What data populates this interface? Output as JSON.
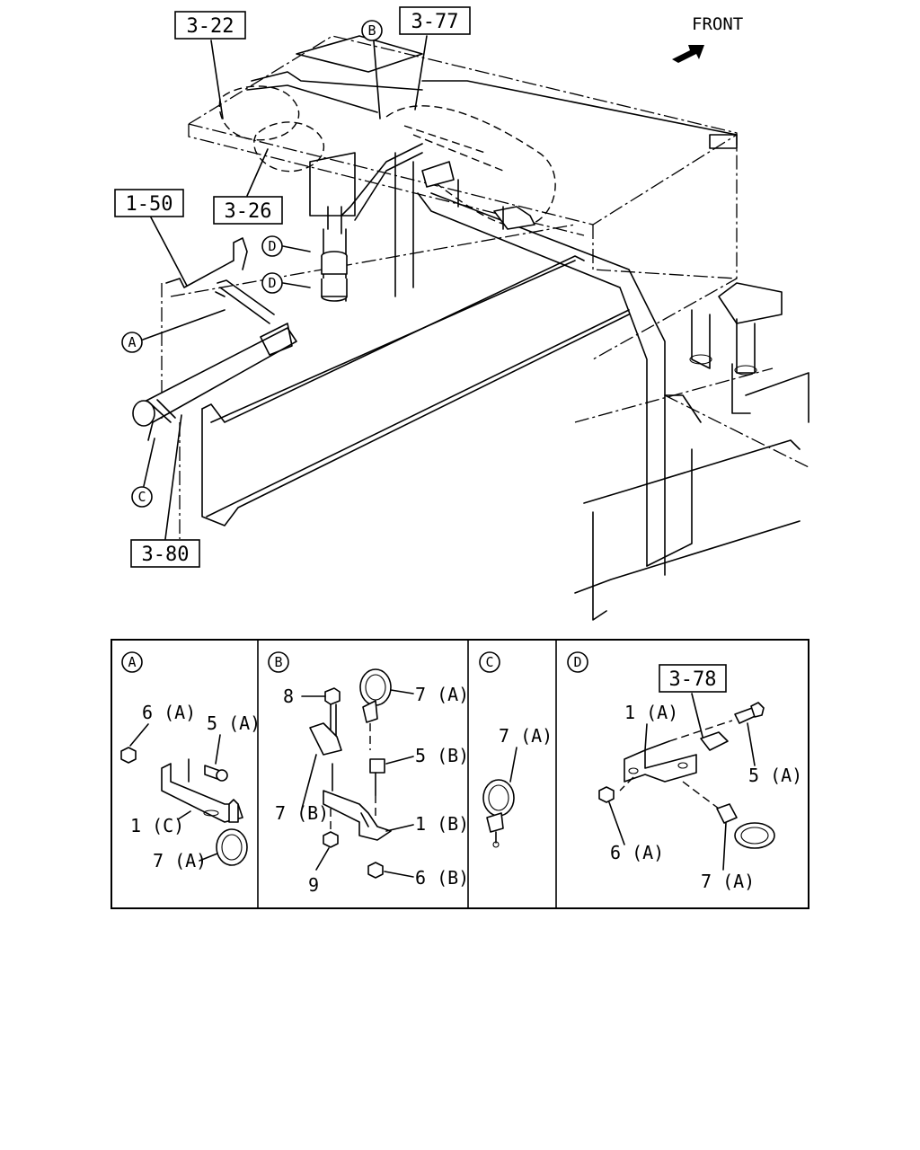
{
  "main_view": {
    "direction_label": "FRONT",
    "refs": [
      "3-22",
      "3-77",
      "1-50",
      "3-26",
      "3-80"
    ],
    "callouts": [
      "B",
      "D",
      "D",
      "A",
      "C"
    ]
  },
  "details": [
    {
      "id": "A",
      "labels": [
        "6 (A)",
        "5 (A)",
        "1 (C)",
        "7 (A)"
      ]
    },
    {
      "id": "B",
      "labels": [
        "8",
        "7 (A)",
        "5 (B)",
        "7 (B)",
        "1 (B)",
        "9",
        "6 (B)"
      ]
    },
    {
      "id": "C",
      "labels": [
        "7 (A)"
      ]
    },
    {
      "id": "D",
      "ref": "3-78",
      "labels": [
        "1 (A)",
        "5 (A)",
        "6 (A)",
        "7 (A)"
      ]
    }
  ],
  "icons": [
    "front-arrow-icon"
  ]
}
